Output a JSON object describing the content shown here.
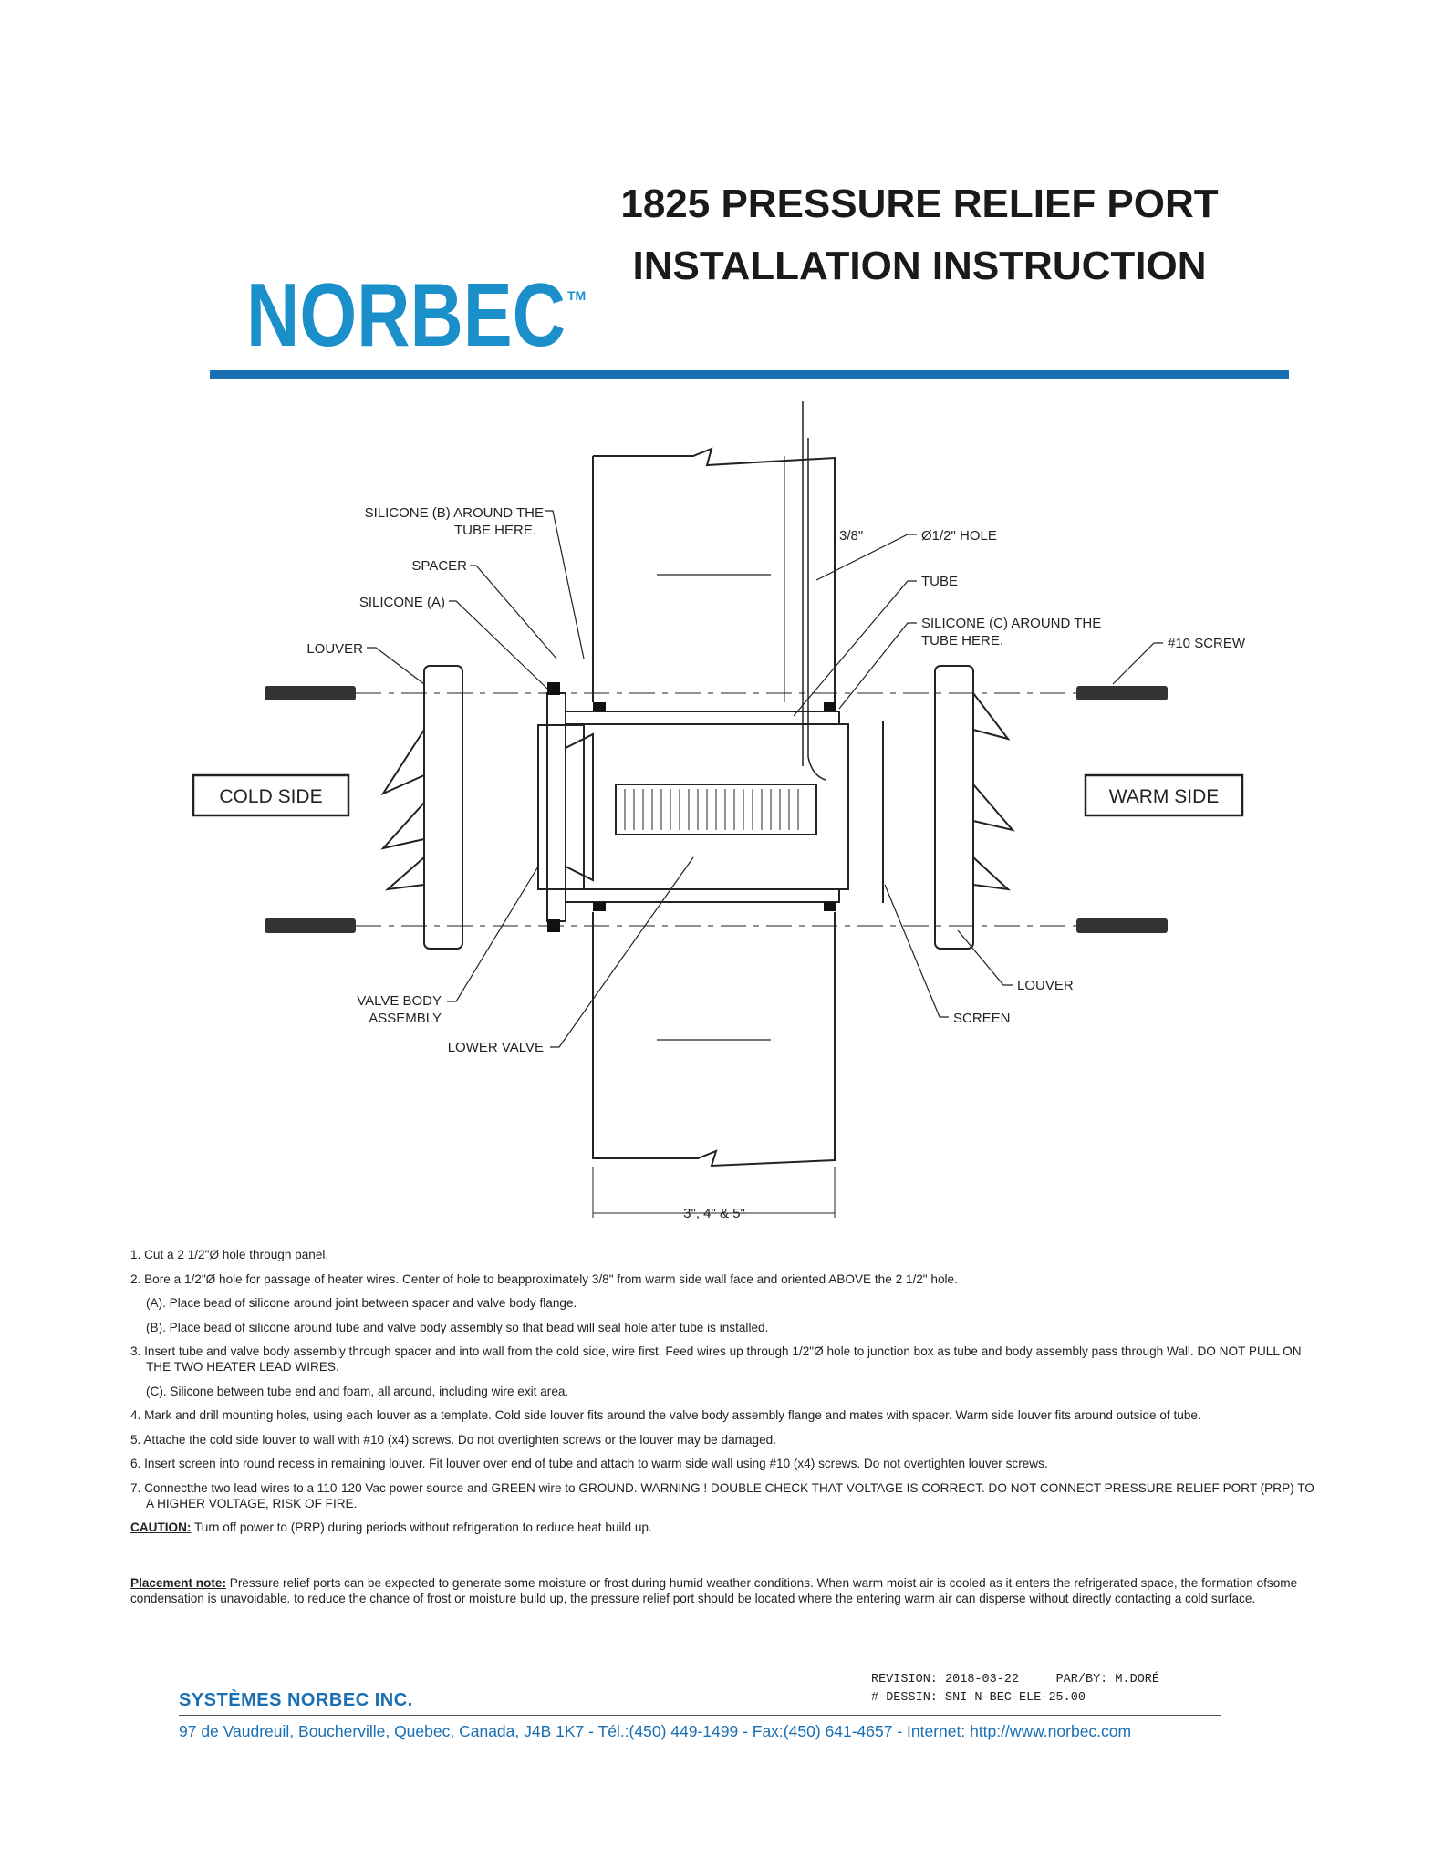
{
  "header": {
    "title_line1": "1825 PRESSURE RELIEF PORT",
    "title_line2": "INSTALLATION INSTRUCTION",
    "logo_text": "NORBEC",
    "logo_tm": "TM",
    "brand_color": "#1a6fb3"
  },
  "drawing": {
    "labels": {
      "silicone_b_1": "SILICONE (B) AROUND THE",
      "silicone_b_2": "TUBE HERE.",
      "spacer": "SPACER",
      "silicone_a": "SILICONE (A)",
      "louver_left": "LOUVER",
      "cold_side": "COLD SIDE",
      "warm_side": "WARM SIDE",
      "dim_38": "3/8\"",
      "hole": "Ø1/2\" HOLE",
      "tube": "TUBE",
      "silicone_c_1": "SILICONE (C) AROUND THE",
      "silicone_c_2": "TUBE HERE.",
      "screw": "#10 SCREW",
      "valve_body_1": "VALVE BODY",
      "valve_body_2": "ASSEMBLY",
      "lower_valve": "LOWER VALVE",
      "louver_right": "LOUVER",
      "screen": "SCREEN",
      "wall_dim": "3\", 4\" & 5\""
    }
  },
  "instructions": {
    "step1": "1. Cut a 2 1/2\"Ø hole through panel.",
    "step2": "2. Bore a 1/2\"Ø hole for passage of heater wires. Center of hole to beapproximately 3/8\" from warm side wall face and oriented ABOVE the 2 1/2\" hole.",
    "step2a": "(A). Place bead of silicone around joint between spacer and valve body flange.",
    "step2b": "(B). Place bead of silicone around tube and valve body assembly so that bead will seal hole after tube is installed.",
    "step3": "3. Insert tube and valve body assembly through spacer and into wall from the cold side, wire first. Feed wires up through 1/2\"Ø hole to junction box as tube and body assembly pass through Wall. DO NOT PULL ON THE TWO HEATER LEAD WIRES.",
    "step3c": "(C). Silicone between tube end and foam, all around, including wire exit area.",
    "step4": "4. Mark and drill mounting holes, using each louver as a template. Cold side louver fits around the valve body assembly flange and mates with spacer. Warm side louver fits around outside of tube.",
    "step5": "5. Attache the cold side louver to wall with #10 (x4) screws. Do not overtighten screws or the louver may be damaged.",
    "step6": "6. Insert screen into round recess in remaining louver. Fit louver over end of tube and attach to warm side wall using #10 (x4) screws. Do not overtighten louver screws.",
    "step7": "7. Connectthe two lead wires to a 110-120 Vac power source and GREEN wire to GROUND. WARNING ! DOUBLE CHECK THAT VOLTAGE IS CORRECT. DO NOT CONNECT PRESSURE RELIEF PORT (PRP) TO A HIGHER VOLTAGE, RISK OF FIRE.",
    "caution_label": "CAUTION:",
    "caution_text": " Turn off power to (PRP) during periods without refrigeration to reduce heat build up."
  },
  "placement": {
    "label": "Placement note:",
    "text": " Pressure relief ports can be expected to generate some moisture or frost during humid weather conditions. When warm moist air is cooled as it enters the refrigerated space, the formation ofsome condensation is unavoidable. to reduce the chance of frost or moisture build up, the pressure relief port should be located where the entering warm air can disperse without directly contacting a cold surface."
  },
  "footer": {
    "revision_label": "REVISION:",
    "revision_value": "2018-03-22",
    "par_label": "PAR/BY:",
    "par_value": "M.DORÉ",
    "dessin_label": "# DESSIN:",
    "dessin_value": "SNI-N-BEC-ELE-25.00",
    "company": "SYSTÈMES NORBEC INC.",
    "address": "97 de Vaudreuil, Boucherville, Quebec, Canada, J4B 1K7 - Tél.:(450) 449-1499 - Fax:(450) 641-4657 - Internet: http://www.norbec.com"
  }
}
